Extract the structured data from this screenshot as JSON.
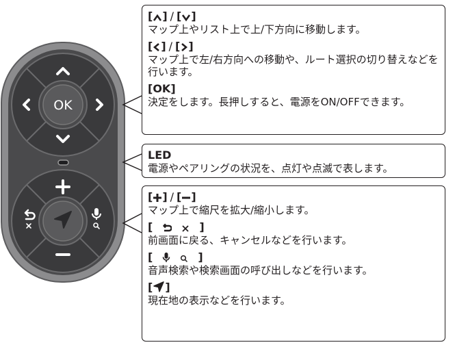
{
  "remote": {
    "ok_label": "OK"
  },
  "callout1": {
    "items": [
      {
        "desc": "マップ上やリスト上で上/下方向に移動します。"
      },
      {
        "desc": "マップ上で左/右方向への移動や、ルート選択の切り替えなどを行います。"
      },
      {
        "head": "[OK]",
        "desc": "決定をします。長押しすると、電源をON/OFFできます。"
      }
    ]
  },
  "callout2": {
    "head": "LED",
    "desc": "電源やペアリングの状況を、点灯や点滅で表します。"
  },
  "callout3": {
    "items": [
      {
        "desc": "マップ上で縮尺を拡大/縮小します。"
      },
      {
        "desc": "前画面に戻る、キャンセルなどを行います。"
      },
      {
        "desc": "音声検索や検索画面の呼び出しなどを行います。"
      },
      {
        "desc": "現在地の表示などを行います。"
      }
    ]
  },
  "colors": {
    "body_outer": "#8c8c8e",
    "body_inner": "#4a4a4c",
    "button_dark": "#2e2e30",
    "ok_button": "#5a5a5c",
    "symbol": "#ffffff",
    "line": "#231f20"
  },
  "icons": [
    "chevron-up-icon",
    "chevron-down-icon",
    "chevron-left-icon",
    "chevron-right-icon",
    "back-icon",
    "close-icon",
    "mic-icon",
    "search-icon",
    "navigation-arrow-icon",
    "plus-icon",
    "minus-icon"
  ]
}
